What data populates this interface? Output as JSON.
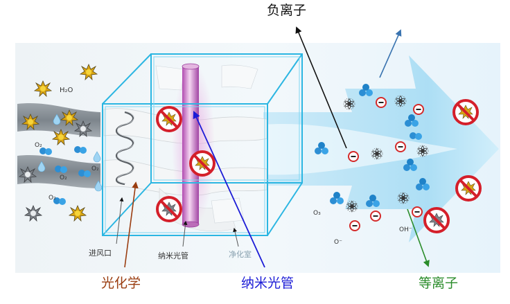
{
  "labels": {
    "negative_ion": "负离子",
    "photochem": "光化学",
    "nano_tube": "纳米光管",
    "plasma": "等离子",
    "air_inlet": "进风口",
    "nano_tube_small": "纳米光管",
    "purify_chamber": "净化室"
  },
  "formulas": {
    "h2o": "H₂O",
    "o2_a": "O₂",
    "o2_b": "O₂",
    "o2_c": "O₂",
    "o2_d": "O₂",
    "o3": "O₃",
    "o_minus": "O⁻",
    "oh_minus": "OH⁻"
  },
  "colors": {
    "photochem": "#9a3d10",
    "nano_tube": "#1c1cd6",
    "plasma": "#2a8c2a",
    "negative_ion": "#111111",
    "box": "#2bb6e2",
    "arrow_blue": "#3a74b0",
    "molecule": "#2c8ed4",
    "ion_red": "#d42a2a"
  },
  "icons": [
    "pollutant-particle-icon",
    "water-drop-icon",
    "oxygen-molecule-icon",
    "negative-ion-icon",
    "radical-icon",
    "no-pollutant-icon"
  ]
}
